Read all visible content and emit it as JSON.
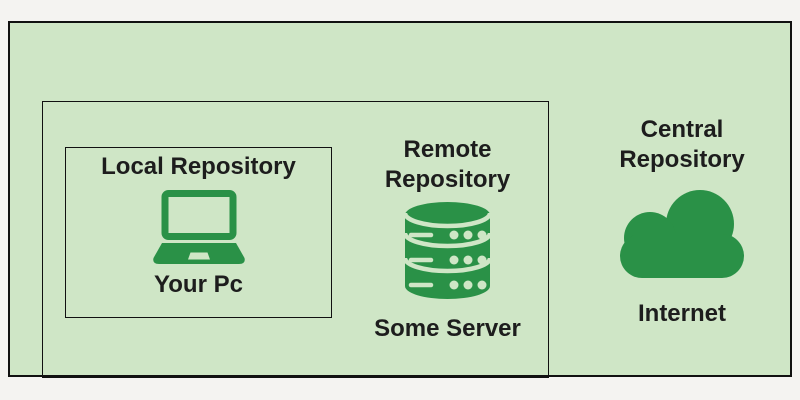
{
  "colors": {
    "page_bg": "#f4f3f1",
    "panel_bg": "#cfe6c6",
    "border": "#111111",
    "icon_green": "#2a9147",
    "text": "#1d1d1d"
  },
  "groups": {
    "local": {
      "title": "Local Repository",
      "caption": "Your Pc",
      "icon": "laptop-icon"
    },
    "remote": {
      "title": "Remote Repository",
      "caption": "Some Server",
      "icon": "database-icon"
    },
    "central": {
      "title": "Central Repository",
      "caption": "Internet",
      "icon": "cloud-icon"
    }
  }
}
